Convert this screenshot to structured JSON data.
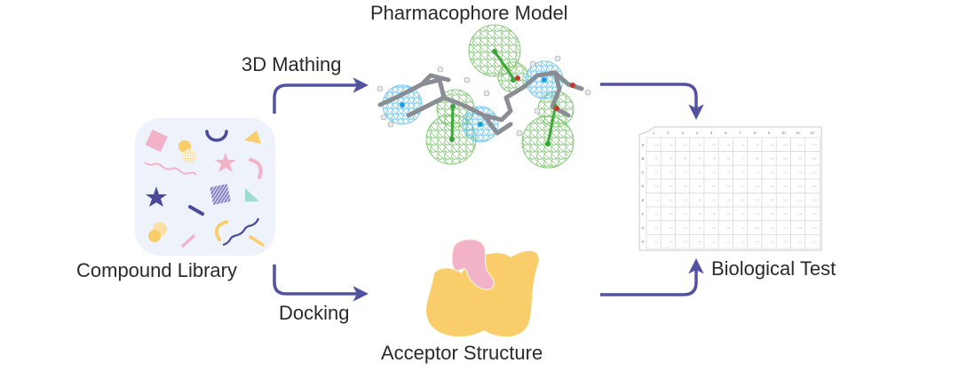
{
  "title": "Drug screening workflow",
  "nodes": {
    "compound_library": {
      "label": "Compound Library"
    },
    "pharmacophore": {
      "label": "Pharmacophore Model"
    },
    "acceptor": {
      "label": "Acceptor Structure"
    },
    "biological_test": {
      "label": "Biological Test"
    }
  },
  "edges": {
    "matching": {
      "label": "3D Mathing"
    },
    "docking": {
      "label": "Docking"
    }
  },
  "plate": {
    "columns": [
      "1",
      "2",
      "3",
      "4",
      "5",
      "6",
      "7",
      "8",
      "9",
      "10",
      "11",
      "12"
    ],
    "rows": [
      "A",
      "B",
      "C",
      "D",
      "E",
      "F",
      "G",
      "H"
    ]
  },
  "colors": {
    "arrow": "#5352a0",
    "library_bg": "#eef3fb",
    "pink": "#f2b3c8",
    "yellow": "#f9cd6a",
    "navy": "#4b4a9a",
    "teal": "#9fdcd0",
    "sphere_green": "#4aaa3c",
    "sphere_blue": "#3aa6e0"
  }
}
